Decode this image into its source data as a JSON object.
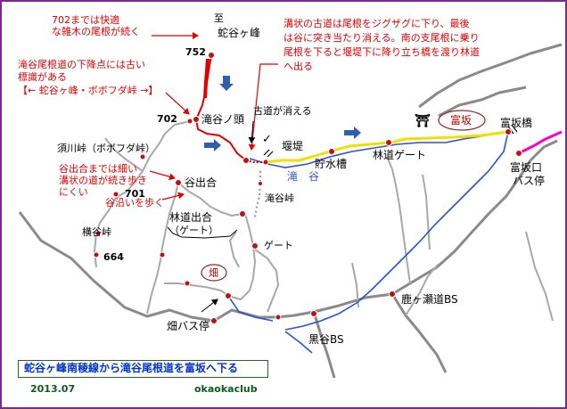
{
  "title": "蛇谷ヶ峰南稜線から滝谷尾根道を富坂へ下る",
  "date": "2013.07",
  "credit": "okaokaclub",
  "colors": {
    "frame": "#7a2a8a",
    "road": "#8a8a8a",
    "trail": "#b0b0b0",
    "route": "#e00000",
    "paved": "#f0e000",
    "river": "#2d4fd6",
    "bus": "#ff00cc",
    "point": "#c01010",
    "note": "#e00000",
    "title_text": "#0033cc",
    "footer_text": "#0b5a1e"
  },
  "places": {
    "summit_to": "至",
    "summit": "蛇谷ヶ峰",
    "takitani_atama": "滝谷ノ頭",
    "furumichi_kieru": "古道が消える",
    "entei": "堰堤",
    "chosuiso": "貯水槽",
    "rindo_gate": "林道ゲート",
    "tomisaka": "富坂",
    "tomisaka_bashi": "富坂橋",
    "tomisakaguchi": "富坂口",
    "bus_stop": "バス停",
    "sugawa_toge": "須川峠（ボボフダ峠）",
    "taniideai": "谷出合",
    "rindo_deai": "林道出合",
    "gate_paren": "（ゲート）",
    "takitani_toge": "滝谷峠",
    "gate": "ゲート",
    "yokotani_toge": "横谷峠",
    "hatake": "畑",
    "hatake_bus": "畑バス停",
    "kakase_bs": "鹿ヶ瀬道BS",
    "kurodani_bs": "黒谷BS",
    "takitani_river": "滝　谷"
  },
  "elevations": {
    "e752": "752",
    "e702": "702",
    "e701": "701",
    "e664": "664"
  },
  "notes": {
    "n1_line1": "702までは快適",
    "n1_line2": "な雑木の尾根が続く",
    "n2_line1": "滝谷尾根道の下降点には古い",
    "n2_line2": "標識がある",
    "n2_line3": "【← 蛇谷ヶ峰・ボボフダ峠 →】",
    "n3_line1": "谷出合までは細い",
    "n3_line2": "溝状の道が続き歩き",
    "n3_line3": "にくい",
    "n4": "谷沿いを歩く",
    "n5_line1": "溝状の古道は尾根をジグザグに下り、最後",
    "n5_line2": "は谷に突き当たり消える。南の支尾根に乗り",
    "n5_line3": "尾根を下ると堰堤下に降り立ち橋を渡り林道",
    "n5_line4": "へ出る"
  },
  "symbols": {
    "shrine": "⛩",
    "check": "✓"
  }
}
